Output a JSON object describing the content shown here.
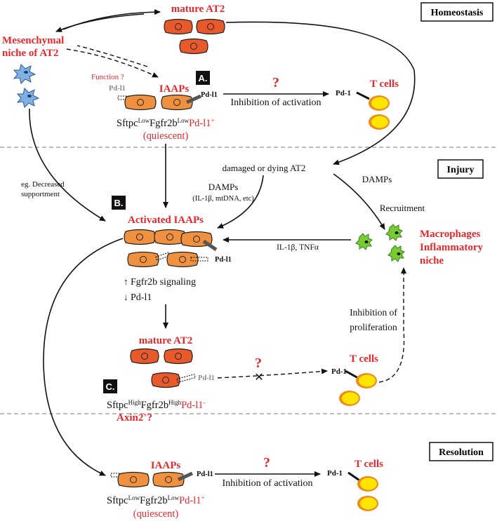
{
  "phases": {
    "homeostasis": "Homeostasis",
    "injury": "Injury",
    "resolution": "Resolution"
  },
  "labels": {
    "mature_at2_top": "mature AT2",
    "mesenchymal_1": "Mesenchymal",
    "mesenchymal_2": "niche of AT2",
    "function_q": "Function ?",
    "pdl1_grey": "Pd-l1",
    "iaaps_top": "IAAPs",
    "marker_A": "A.",
    "pdl1_black": "Pd-l1",
    "question": "?",
    "inhibition_activation": "Inhibition of activation",
    "pd1": "Pd-1",
    "t_cells": "T cells",
    "sftpc_low": "Sftpc",
    "sup_low": "Low",
    "fgfr2b": "Fgfr2b",
    "pdl1_red": "Pd-l1",
    "sup_plus": "+",
    "quiescent": "(quiescent)",
    "damaged_at2": "damaged or dying AT2",
    "damps_left": "DAMPs",
    "damps_detail": "(IL-1β, mtDNA, etc)",
    "damps_right": "DAMPs",
    "eg_decreased_1": "eg. Decreased",
    "eg_decreased_2": "supportment",
    "marker_B": "B.",
    "activated_iaaps": "Activated IAAPs",
    "recruitment": "Recruitment",
    "il1b_tnfa": "IL-1β, TNFα",
    "macrophages": "Macrophages",
    "inflammatory_niche": "Inflammatory",
    "niche": "niche",
    "fgfr2b_signaling": "Fgfr2b signaling",
    "pdl1_down": "Pd-l1",
    "up_arrow": "↑",
    "down_arrow": "↓",
    "mature_at2_mid": "mature AT2",
    "inhibition_prolif_1": "Inhibition of",
    "inhibition_prolif_2": "proliferation",
    "marker_C": "C.",
    "sup_high": "High",
    "sup_minus": "-",
    "axin2": "Axin2",
    "axin2_suffix": "?",
    "iaaps_bottom": "IAAPs"
  }
}
